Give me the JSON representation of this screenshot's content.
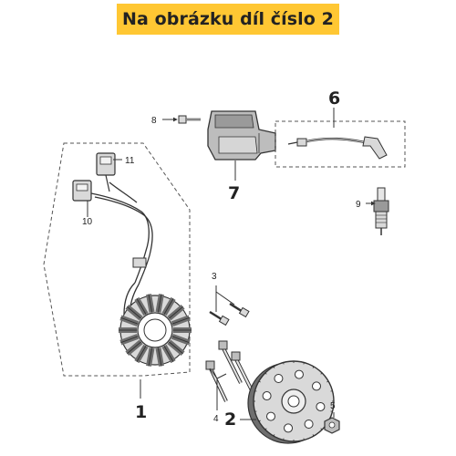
{
  "banner": {
    "text": "Na obrázku díl číslo 2"
  },
  "callouts": {
    "p1": "1",
    "p2": "2",
    "p3": "3",
    "p4": "4",
    "p5": "5",
    "p6": "6",
    "p7": "7",
    "p8": "8",
    "p9": "9",
    "p10": "10",
    "p11": "11"
  },
  "colors": {
    "banner": "#ffc733",
    "line": "#333333",
    "part_fill": "#d9d9d9",
    "part_dark": "#6e6e6e"
  }
}
